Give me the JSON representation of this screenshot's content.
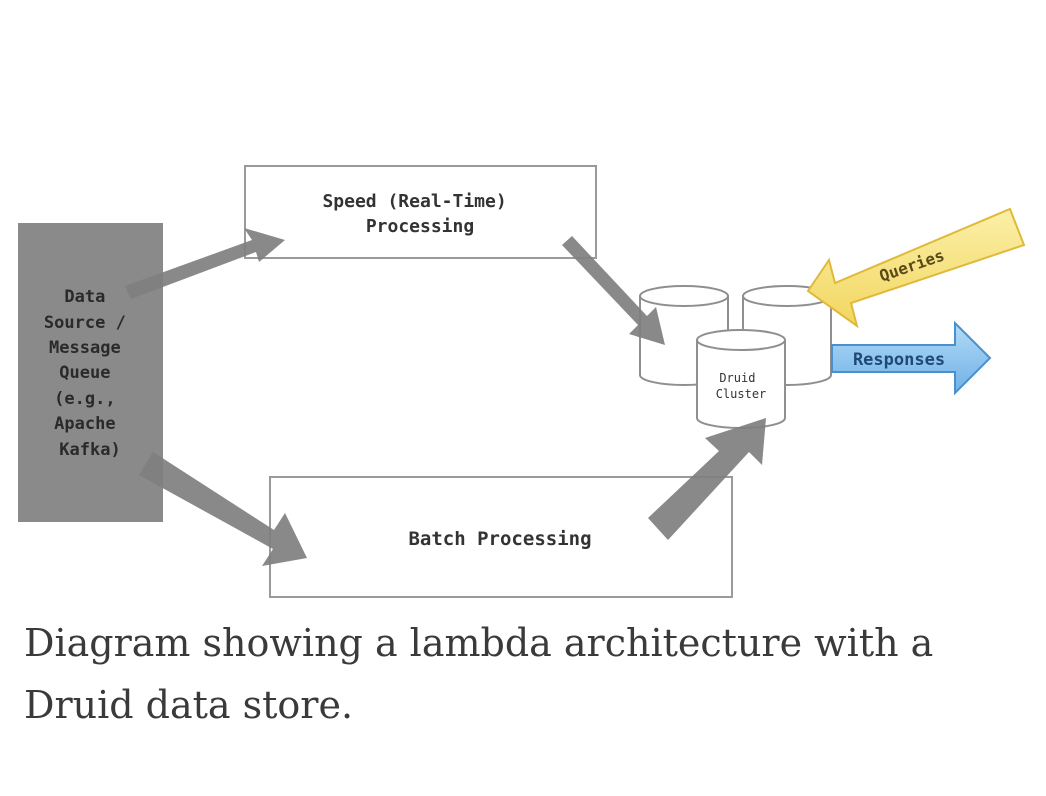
{
  "diagram": {
    "source_lines": [
      "Data",
      "Source /",
      "Message",
      "Queue",
      "(e.g.,",
      "Apache",
      "Kafka)"
    ],
    "speed_lines": [
      "Speed (Real-Time)",
      "Processing"
    ],
    "batch_label": "Batch Processing",
    "cluster_lines": [
      "Druid",
      "Cluster"
    ],
    "queries_label": "Queries",
    "responses_label": "Responses"
  },
  "caption": "Diagram showing a lambda architecture with a Druid data store.",
  "colors": {
    "source_fill": "#8a8a8a",
    "arrow_gray": "#7f7f7f",
    "queries_fill": "#f7e27a",
    "queries_stroke": "#e0b93a",
    "responses_fill": "#8cc4ee",
    "responses_stroke": "#4a90cf"
  }
}
